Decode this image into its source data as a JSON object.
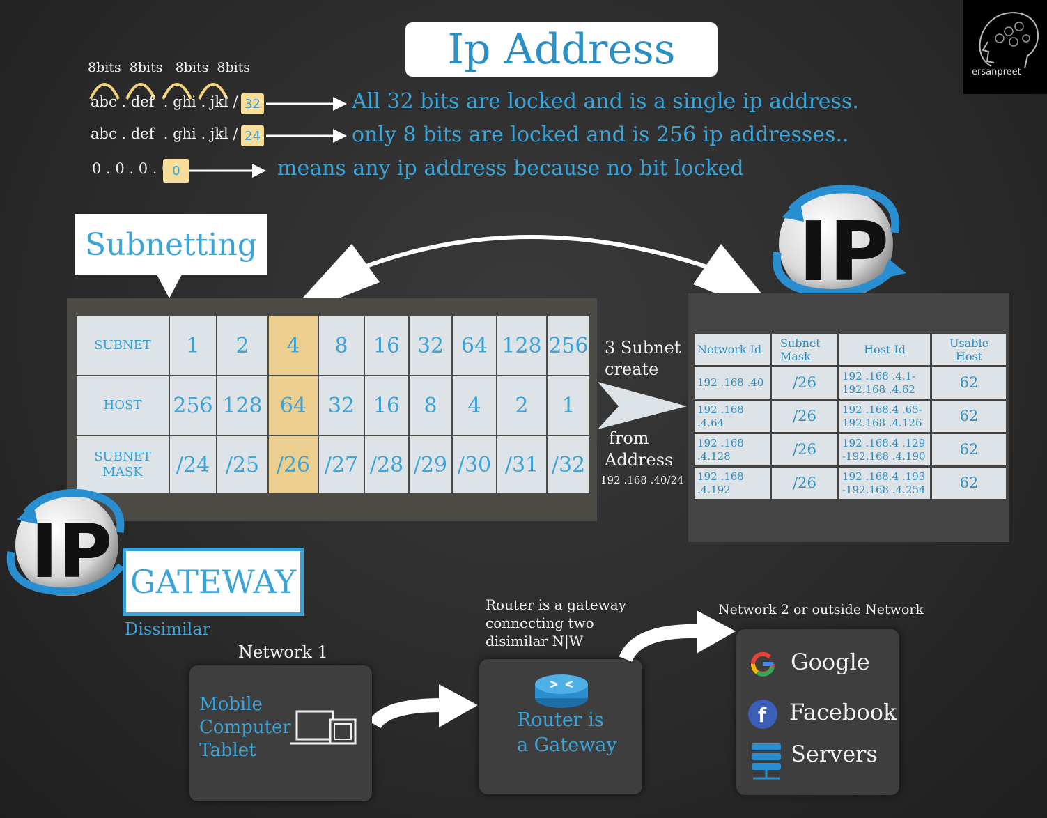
{
  "title": "Ip Address",
  "logo_text": "ersanpreet",
  "bits_header": "8bits  8bits   8bits  8bits",
  "ip_rows": [
    {
      "ip": "abc . def  . ghi . jkl /",
      "prefix": "32",
      "desc": "All 32 bits are locked and is a single ip address."
    },
    {
      "ip": "abc . def  . ghi . jkl /",
      "prefix": "24",
      "desc": "only 8 bits are locked and is 256 ip addresses.."
    },
    {
      "ip": "0 . 0 . 0 . 0 /",
      "prefix": "0",
      "desc": "means any ip address because no bit locked"
    }
  ],
  "subnetting_label": "Subnetting",
  "subnet_table": {
    "rows": [
      {
        "label": "SUBNET",
        "values": [
          "1",
          "2",
          "4",
          "8",
          "16",
          "32",
          "64",
          "128",
          "256"
        ]
      },
      {
        "label": "HOST",
        "values": [
          "256",
          "128",
          "64",
          "32",
          "16",
          "8",
          "4",
          "2",
          "1"
        ]
      },
      {
        "label": "SUBNET MASK",
        "values": [
          "/24",
          "/25",
          "/26",
          "/27",
          "/28",
          "/29",
          "/30",
          "/31",
          "/32"
        ]
      }
    ],
    "highlight_col": 2
  },
  "middle": {
    "line1": "3 Subnet",
    "line2": "create",
    "line3": "from",
    "line4": "Address",
    "address": "192 .168 .40/24"
  },
  "ip_logo": "IP",
  "result_table": {
    "headers": [
      "Network Id",
      "Subnet Mask",
      "Host Id",
      "Usable Host"
    ],
    "rows": [
      [
        "192 .168 .40",
        "/26",
        "192 .168 .4.1- 192.168 .4.62",
        "62"
      ],
      [
        "192 .168 .4.64",
        "/26",
        "192 .168.4 .65- 192.168 .4.126",
        "62"
      ],
      [
        "192 .168 .4.128",
        "/26",
        "192 .168.4 .129 -192.168 .4.190",
        "62"
      ],
      [
        "192 .168 .4.192",
        "/26",
        "192 .168.4 .193 -192.168 .4.254",
        "62"
      ]
    ]
  },
  "gateway": {
    "title": "GATEWAY",
    "subtitle": "Dissimilar",
    "network1": "Network 1",
    "devices": [
      "Mobile",
      "Computer",
      "Tablet"
    ],
    "router_caption": "Router is a gateway connecting two disimilar N|W",
    "router_text": [
      "Router is",
      "a Gateway"
    ],
    "network2": "Network 2 or outside Network",
    "services": [
      "Google",
      "Facebook",
      "Servers"
    ]
  }
}
